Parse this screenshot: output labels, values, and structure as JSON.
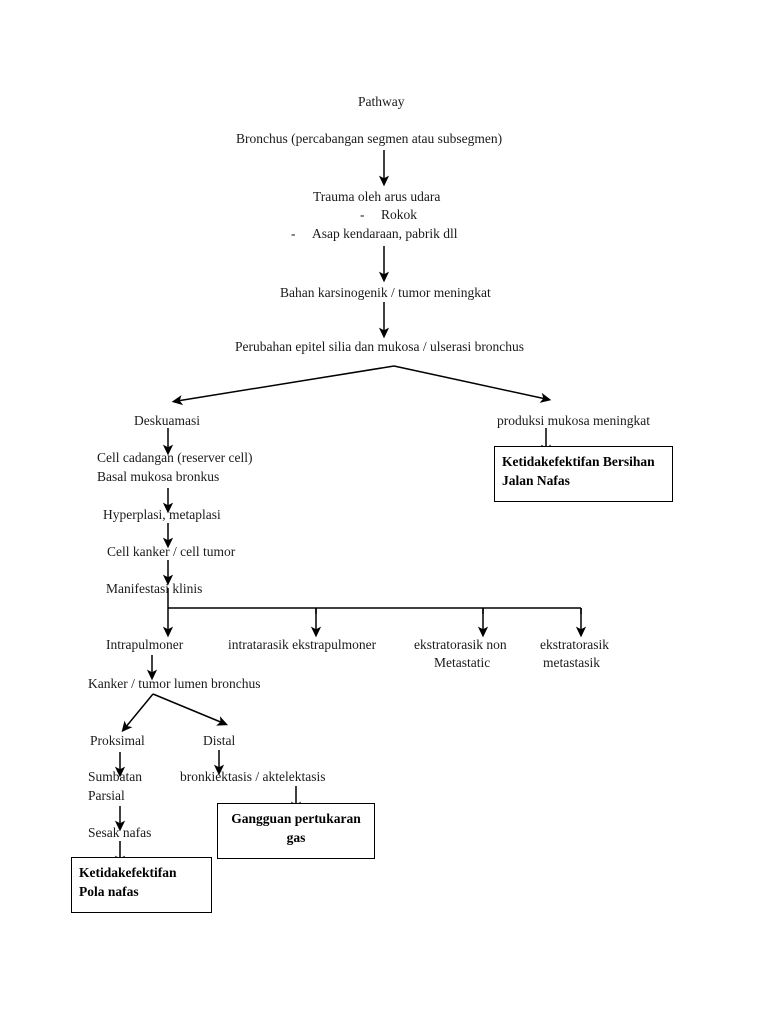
{
  "document": {
    "title": "Pathway",
    "language": "id",
    "page_background": "#ffffff",
    "ink_color": "#1a1a1a"
  },
  "nodes": {
    "title": "Pathway",
    "bronchus": "Bronchus (percabangan segmen atau subsegmen)",
    "trauma": "Trauma oleh arus udara",
    "trauma_item_1": "Rokok",
    "trauma_item_2": "Asap kendaraan, pabrik dll",
    "dash": "-",
    "karsinogenik": "Bahan karsinogenik / tumor meningkat",
    "perubahan": "Perubahan epitel silia dan mukosa / ulserasi bronchus",
    "deskuamasi": "Deskuamasi",
    "produksi_mukosa": "produksi mukosa meningkat",
    "cell_cadangan_l1": "Cell cadangan (reserver cell)",
    "cell_cadangan_l2": "Basal mukosa bronkus",
    "hyperplasi": "Hyperplasi, metaplasi",
    "cell_kanker": "Cell kanker / cell tumor",
    "manifestasi": "Manifestasi klinis",
    "intrapulmoner": "Intrapulmoner",
    "intratarasik": "intratarasik ekstrapulmoner",
    "ekstratorasik_non_l1": "ekstratorasik non",
    "ekstratorasik_non_l2": "Metastatic",
    "ekstratorasik_met_l1": "ekstratorasik",
    "ekstratorasik_met_l2": "metastasik",
    "kanker_lumen": "Kanker / tumor lumen bronchus",
    "proksimal": "Proksimal",
    "distal": "Distal",
    "sumbatan_l1": "Sumbatan",
    "sumbatan_l2": "Parsial",
    "bronkiektasis": "bronkiektasis / aktelektasis",
    "sesak_nafas": "Sesak nafas"
  },
  "diagnosis_boxes": {
    "bersihan_jalan_nafas_l1": "Ketidakefektifan Bersihan",
    "bersihan_jalan_nafas_l2": "Jalan Nafas",
    "gangguan_pertukaran_l1": "Gangguan pertukaran",
    "gangguan_pertukaran_l2": "gas",
    "pola_nafas_l1": "Ketidakefektifan",
    "pola_nafas_l2": "Pola nafas"
  }
}
